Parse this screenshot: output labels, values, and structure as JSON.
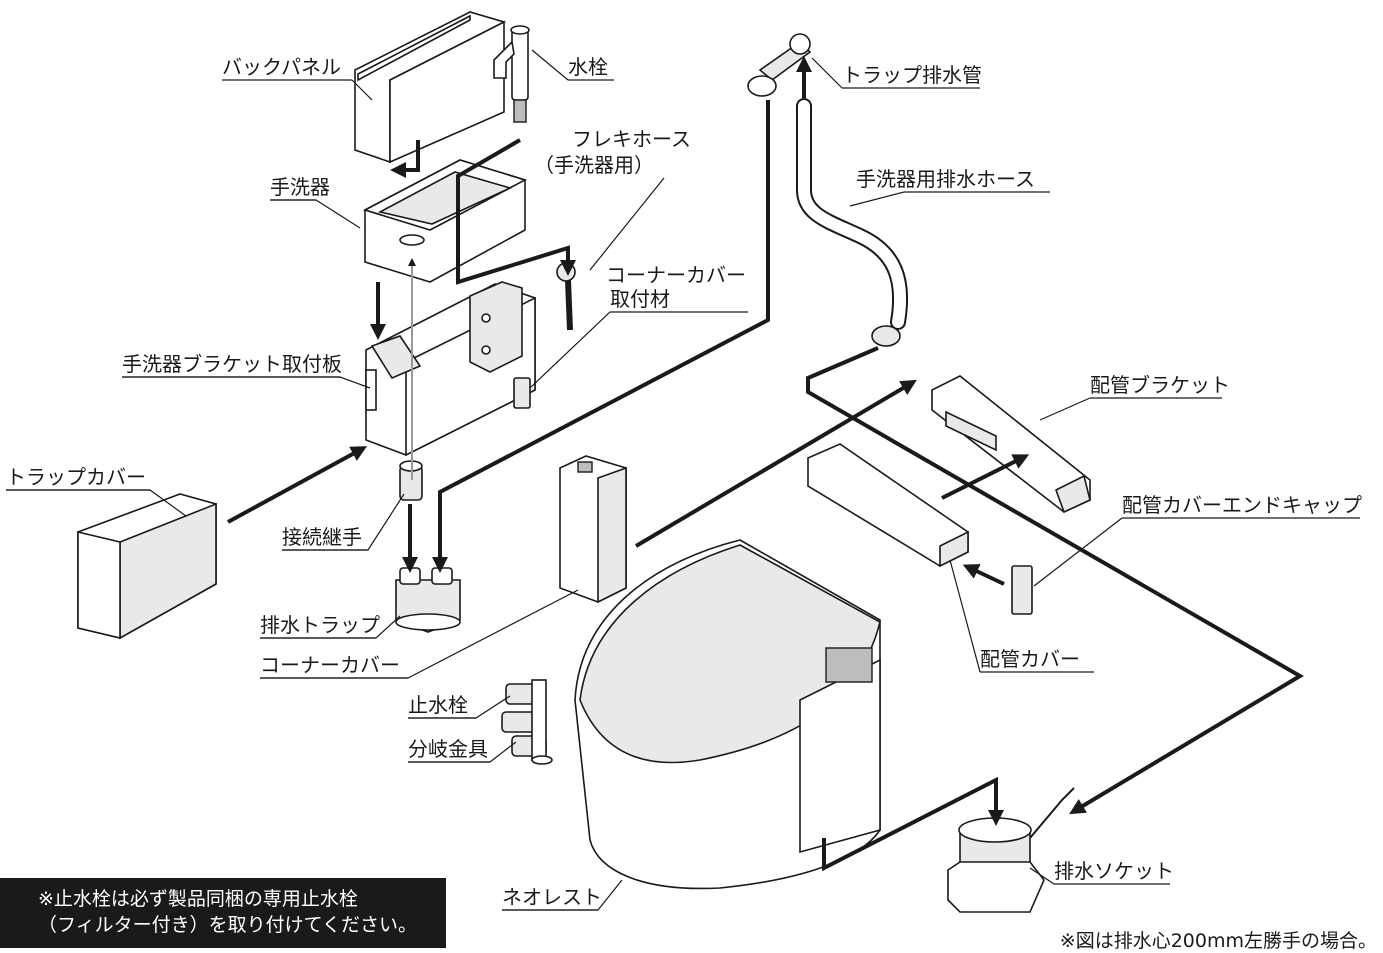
{
  "labels": {
    "back_panel": "バックパネル",
    "faucet": "水栓",
    "flexible_hose_1": "フレキホース",
    "flexible_hose_2": "（手洗器用）",
    "hand_wash": "手洗器",
    "corner_cover_fix_1": "コーナーカバー",
    "corner_cover_fix_2": "取付材",
    "hand_wash_bracket": "手洗器ブラケット取付板",
    "trap_cover": "トラップカバー",
    "joint": "接続継手",
    "drain_trap": "排水トラップ",
    "corner_cover": "コーナーカバー",
    "stop_valve": "止水栓",
    "branch_fitting": "分岐金具",
    "neorest": "ネオレスト",
    "trap_drain_pipe": "トラップ排水管",
    "drain_hose": "手洗器用排水ホース",
    "pipe_bracket": "配管ブラケット",
    "pipe_cover_endcap": "配管カバーエンドキャップ",
    "pipe_cover": "配管カバー",
    "drain_socket": "排水ソケット"
  },
  "notes": {
    "warning_line1": "※止水栓は必ず製品同梱の専用止水栓",
    "warning_line2": "（フィルター付き）を取り付けてください。",
    "footnote": "※図は排水心200mm左勝手の場合。"
  }
}
